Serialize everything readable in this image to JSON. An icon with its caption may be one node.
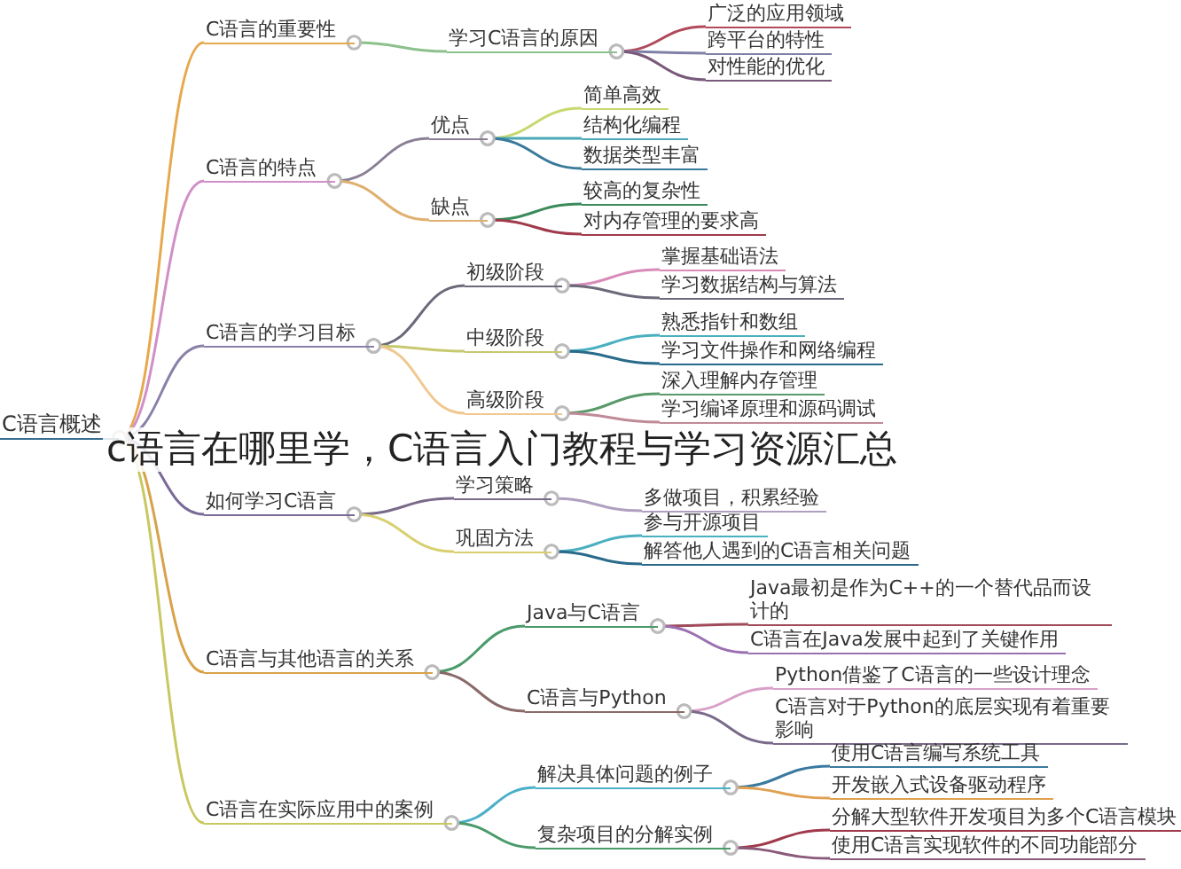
{
  "diagram": {
    "title": "c语言在哪里学，C语言入门教程与学习资源汇总",
    "nodes": [
      {
        "text": [
          "C语言概述"
        ]
      },
      {
        "text": [
          "C语言的重要性"
        ]
      },
      {
        "text": [
          "学习C语言的原因"
        ]
      },
      {
        "text": [
          "广泛的应用领域"
        ]
      },
      {
        "text": [
          "跨平台的特性"
        ]
      },
      {
        "text": [
          "对性能的优化"
        ]
      },
      {
        "text": [
          "C语言的特点"
        ]
      },
      {
        "text": [
          "优点"
        ]
      },
      {
        "text": [
          "简单高效"
        ]
      },
      {
        "text": [
          "结构化编程"
        ]
      },
      {
        "text": [
          "数据类型丰富"
        ]
      },
      {
        "text": [
          "缺点"
        ]
      },
      {
        "text": [
          "较高的复杂性"
        ]
      },
      {
        "text": [
          "对内存管理的要求高"
        ]
      },
      {
        "text": [
          "C语言的学习目标"
        ]
      },
      {
        "text": [
          "初级阶段"
        ]
      },
      {
        "text": [
          "掌握基础语法"
        ]
      },
      {
        "text": [
          "学习数据结构与算法"
        ]
      },
      {
        "text": [
          "中级阶段"
        ]
      },
      {
        "text": [
          "熟悉指针和数组"
        ]
      },
      {
        "text": [
          "学习文件操作和网络编程"
        ]
      },
      {
        "text": [
          "高级阶段"
        ]
      },
      {
        "text": [
          "深入理解内存管理"
        ]
      },
      {
        "text": [
          "学习编译原理和源码调试"
        ]
      },
      {
        "text": [
          "如何学习C语言"
        ]
      },
      {
        "text": [
          "学习策略"
        ]
      },
      {
        "text": [
          "多做项目，积累经验"
        ]
      },
      {
        "text": [
          "巩固方法"
        ]
      },
      {
        "text": [
          "参与开源项目"
        ]
      },
      {
        "text": [
          "解答他人遇到的C语言相关问题"
        ]
      },
      {
        "text": [
          "C语言与其他语言的关系"
        ]
      },
      {
        "text": [
          "Java与C语言"
        ]
      },
      {
        "text": [
          "Java最初是作为C++的一个替代品而设计的"
        ]
      },
      {
        "text": [
          "C语言在Java发展中起到了关键作用"
        ]
      },
      {
        "text": [
          "C语言与Python"
        ]
      },
      {
        "text": [
          "Python借鉴了C语言的一些设计理念"
        ]
      },
      {
        "text": [
          "C语言对于Python的底层实现有着重要影响"
        ]
      },
      {
        "text": [
          "C语言在实际应用中的案例"
        ]
      },
      {
        "text": [
          "解决具体问题的例子"
        ]
      },
      {
        "text": [
          "使用C语言编写系统工具"
        ]
      },
      {
        "text": [
          "开发嵌入式设备驱动程序"
        ]
      },
      {
        "text": [
          "复杂项目的分解实例"
        ]
      },
      {
        "text": [
          "分解大型软件开发项目为多个C语言模块"
        ]
      },
      {
        "text": [
          "使用C语言实现软件的不同功能部分"
        ]
      }
    ],
    "edges": [
      {
        "from": 0,
        "to": 1,
        "arrow": "other",
        "color": "#e6a94e"
      },
      {
        "from": 1,
        "to": 2,
        "arrow": "other",
        "color": "#8cc08c"
      },
      {
        "from": 2,
        "to": 3,
        "arrow": "other",
        "color": "#b04a5a"
      },
      {
        "from": 2,
        "to": 4,
        "arrow": "other",
        "color": "#8080a8"
      },
      {
        "from": 2,
        "to": 5,
        "arrow": "other",
        "color": "#7a5a7a"
      },
      {
        "from": 0,
        "to": 6,
        "arrow": "other",
        "color": "#d08fc8"
      },
      {
        "from": 6,
        "to": 7,
        "arrow": "other",
        "color": "#8a7f95"
      },
      {
        "from": 7,
        "to": 8,
        "arrow": "other",
        "color": "#c8d870"
      },
      {
        "from": 7,
        "to": 9,
        "arrow": "other",
        "color": "#4aa8b8"
      },
      {
        "from": 7,
        "to": 10,
        "arrow": "other",
        "color": "#3a7a9a"
      },
      {
        "from": 6,
        "to": 11,
        "arrow": "other",
        "color": "#e0b070"
      },
      {
        "from": 11,
        "to": 12,
        "arrow": "other",
        "color": "#3a8a5a"
      },
      {
        "from": 11,
        "to": 13,
        "arrow": "other",
        "color": "#a03a4a"
      },
      {
        "from": 0,
        "to": 14,
        "arrow": "other",
        "color": "#8a80a8"
      },
      {
        "from": 14,
        "to": 15,
        "arrow": "other",
        "color": "#6a6a7a"
      },
      {
        "from": 15,
        "to": 16,
        "arrow": "other",
        "color": "#d88ab8"
      },
      {
        "from": 15,
        "to": 17,
        "arrow": "other",
        "color": "#6a6a7a"
      },
      {
        "from": 14,
        "to": 18,
        "arrow": "other",
        "color": "#c8c870"
      },
      {
        "from": 18,
        "to": 19,
        "arrow": "other",
        "color": "#4ab0c0"
      },
      {
        "from": 18,
        "to": 20,
        "arrow": "other",
        "color": "#2a6a8a"
      },
      {
        "from": 14,
        "to": 21,
        "arrow": "other",
        "color": "#f0c890"
      },
      {
        "from": 21,
        "to": 22,
        "arrow": "other",
        "color": "#5a9a6a"
      },
      {
        "from": 21,
        "to": 23,
        "arrow": "other",
        "color": "#c08a98"
      },
      {
        "from": 0,
        "to": 24,
        "arrow": "other",
        "color": "#7a6a98"
      },
      {
        "from": 24,
        "to": 25,
        "arrow": "other",
        "color": "#7a6a8a"
      },
      {
        "from": 25,
        "to": 26,
        "arrow": "other",
        "color": "#b0a0c0"
      },
      {
        "from": 24,
        "to": 27,
        "arrow": "other",
        "color": "#d8d070"
      },
      {
        "from": 27,
        "to": 28,
        "arrow": "other",
        "color": "#4ab0c0"
      },
      {
        "from": 27,
        "to": 29,
        "arrow": "other",
        "color": "#2a6a8a"
      },
      {
        "from": 0,
        "to": 30,
        "arrow": "other",
        "color": "#d8a24a"
      },
      {
        "from": 30,
        "to": 31,
        "arrow": "other",
        "color": "#4a9a6a"
      },
      {
        "from": 31,
        "to": 32,
        "arrow": "other",
        "color": "#a04a5a"
      },
      {
        "from": 31,
        "to": 33,
        "arrow": "other",
        "color": "#9a70b0"
      },
      {
        "from": 30,
        "to": 34,
        "arrow": "other",
        "color": "#8a6a6a"
      },
      {
        "from": 34,
        "to": 35,
        "arrow": "other",
        "color": "#d8a0c8"
      },
      {
        "from": 34,
        "to": 36,
        "arrow": "other",
        "color": "#7a6a8a"
      },
      {
        "from": 0,
        "to": 37,
        "arrow": "other",
        "color": "#c8c860"
      },
      {
        "from": 37,
        "to": 38,
        "arrow": "other",
        "color": "#4ab0c8"
      },
      {
        "from": 38,
        "to": 39,
        "arrow": "other",
        "color": "#3a7aa0"
      },
      {
        "from": 38,
        "to": 40,
        "arrow": "other",
        "color": "#e0a050"
      },
      {
        "from": 37,
        "to": 41,
        "arrow": "other",
        "color": "#4a9a6a"
      },
      {
        "from": 41,
        "to": 42,
        "arrow": "other",
        "color": "#a03a4a"
      },
      {
        "from": 41,
        "to": 43,
        "arrow": "other",
        "color": "#8a5a7a"
      }
    ]
  }
}
